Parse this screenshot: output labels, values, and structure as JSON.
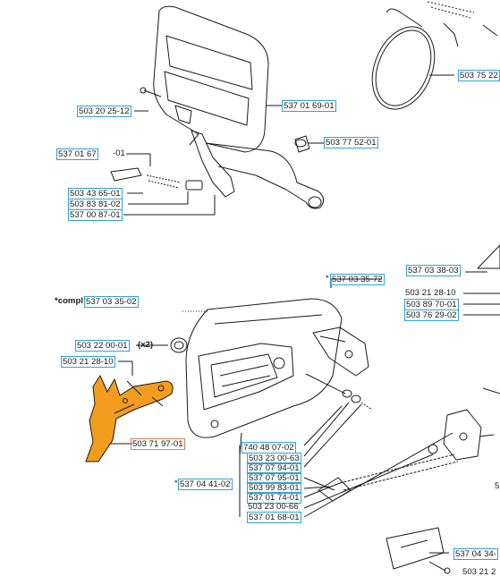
{
  "diagram": {
    "labels": [
      {
        "id": "p01",
        "text": "503 20 25-12"
      },
      {
        "id": "p02",
        "text": "537 01 69-01"
      },
      {
        "id": "p03",
        "text": "503 77 52-01"
      },
      {
        "id": "p04",
        "text": "503 75 22"
      },
      {
        "id": "p05",
        "text": "537 01 67"
      },
      {
        "id": "p05b",
        "text": "-01"
      },
      {
        "id": "p06",
        "text": "503 43 65-01"
      },
      {
        "id": "p07",
        "text": "503 83 81-02"
      },
      {
        "id": "p08",
        "text": "537 00 87-01"
      },
      {
        "id": "p09",
        "text": "537 03 38-03"
      },
      {
        "id": "p10a",
        "text": "*"
      },
      {
        "id": "p10",
        "text": "537 03 35-72"
      },
      {
        "id": "p11",
        "text": "503 21 28-10"
      },
      {
        "id": "p12",
        "text": "503 89 70-01"
      },
      {
        "id": "p13",
        "text": "503 76 29-02"
      },
      {
        "id": "p14",
        "text": "*compl"
      },
      {
        "id": "p14b",
        "text": "537 03 35-02"
      },
      {
        "id": "p15",
        "text": "503 22 00-01"
      },
      {
        "id": "p15b",
        "text": "(x2)"
      },
      {
        "id": "p16",
        "text": "503 21 28-10"
      },
      {
        "id": "p17",
        "text": "503 71 97-01"
      },
      {
        "id": "p18",
        "text": "740 48 07-02"
      },
      {
        "id": "p19",
        "text": "503 23 00-63"
      },
      {
        "id": "p20",
        "text": "537 07 94-01"
      },
      {
        "id": "p21",
        "text": "537 07 95-01"
      },
      {
        "id": "p22a",
        "text": "*"
      },
      {
        "id": "p22",
        "text": "537 04 41-02"
      },
      {
        "id": "p23",
        "text": "503 99 83-01"
      },
      {
        "id": "p24",
        "text": "537 01 74-01"
      },
      {
        "id": "p25",
        "text": "503 23 00-66"
      },
      {
        "id": "p26",
        "text": "537 01 68-01"
      },
      {
        "id": "p27",
        "text": "537 04 34-"
      },
      {
        "id": "p28",
        "text": "503 21 2"
      },
      {
        "id": "p29",
        "text": "5"
      }
    ],
    "highlight_color": "#f39c1e",
    "callout_box_color": "#2aa6d8"
  }
}
